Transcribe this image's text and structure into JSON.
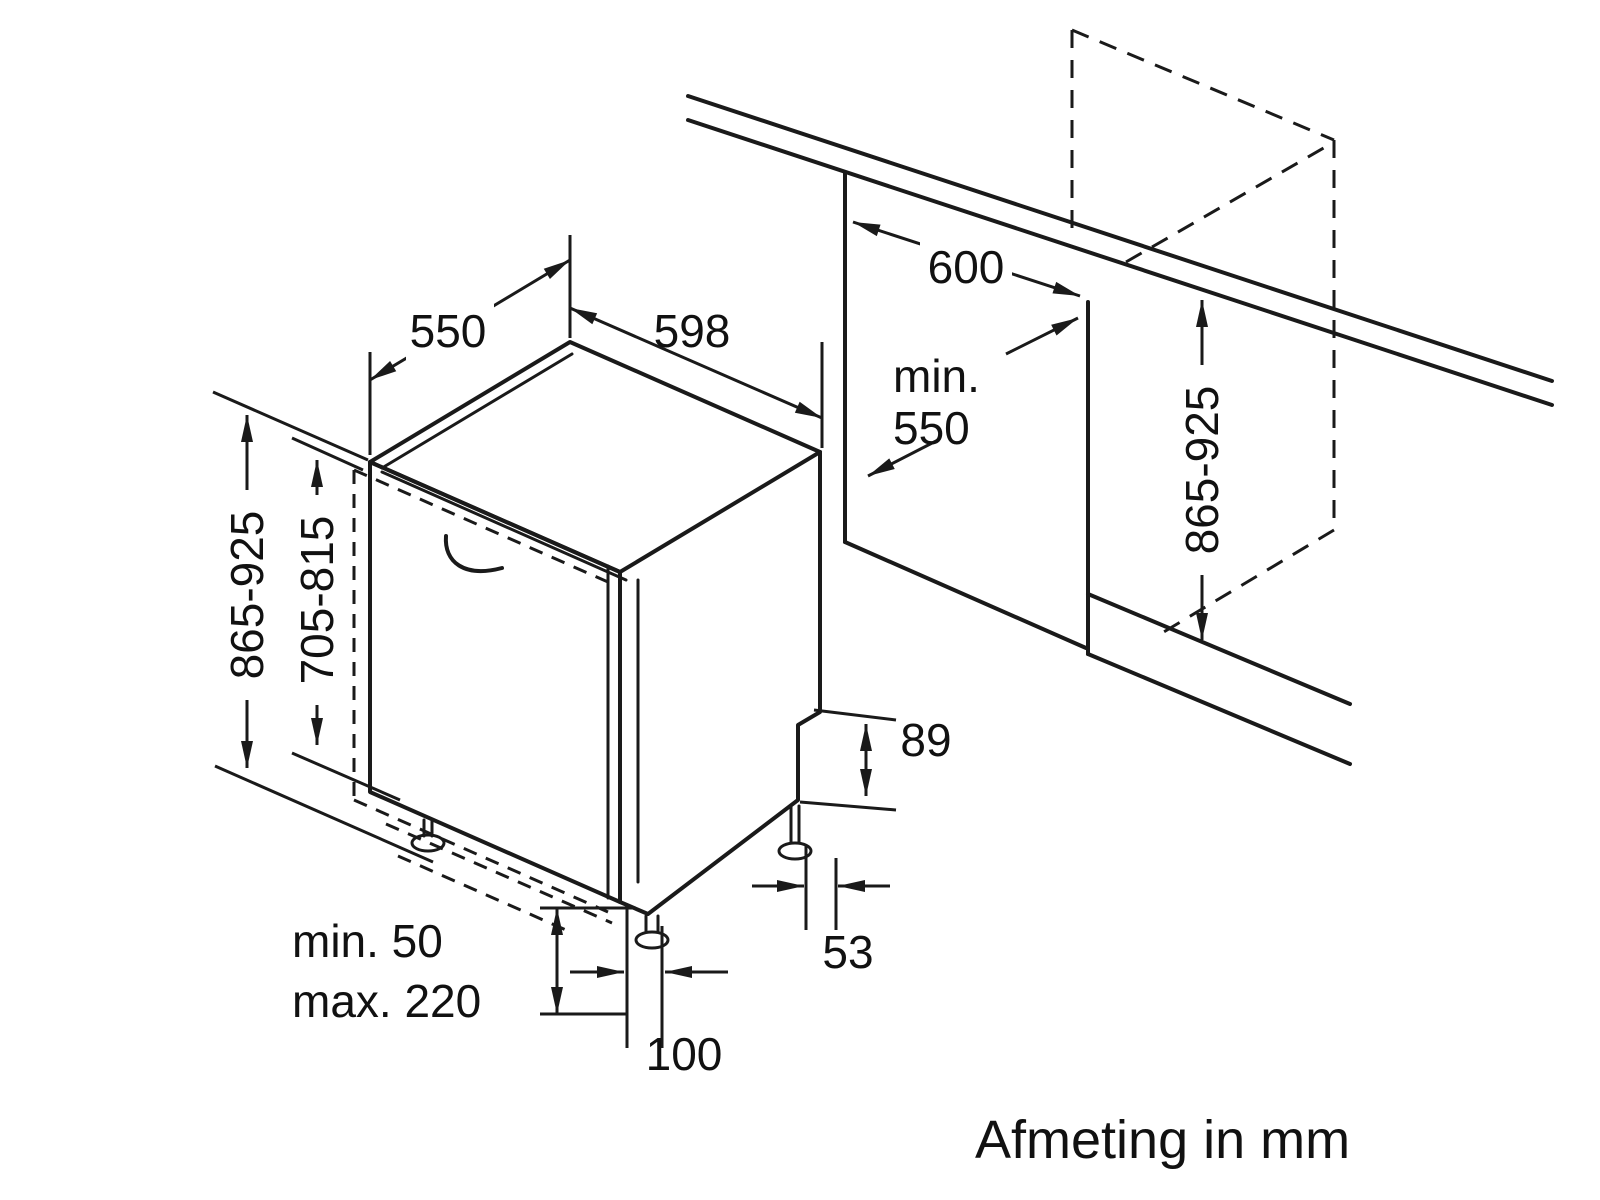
{
  "caption": "Afmeting in mm",
  "colors": {
    "ink": "#1a1a1a",
    "background": "#ffffff"
  },
  "labels": {
    "appliance_depth": "550",
    "appliance_width": "598",
    "niche_width": "600",
    "niche_depth_line1": "min.",
    "niche_depth_line2": "550",
    "appliance_height": "865-925",
    "door_height": "705-815",
    "niche_height": "865-925",
    "base_recess_height": "89",
    "base_recess_depth": "53",
    "plinth_min": "min. 50",
    "plinth_max": "max. 220",
    "front_foot_depth": "100"
  }
}
